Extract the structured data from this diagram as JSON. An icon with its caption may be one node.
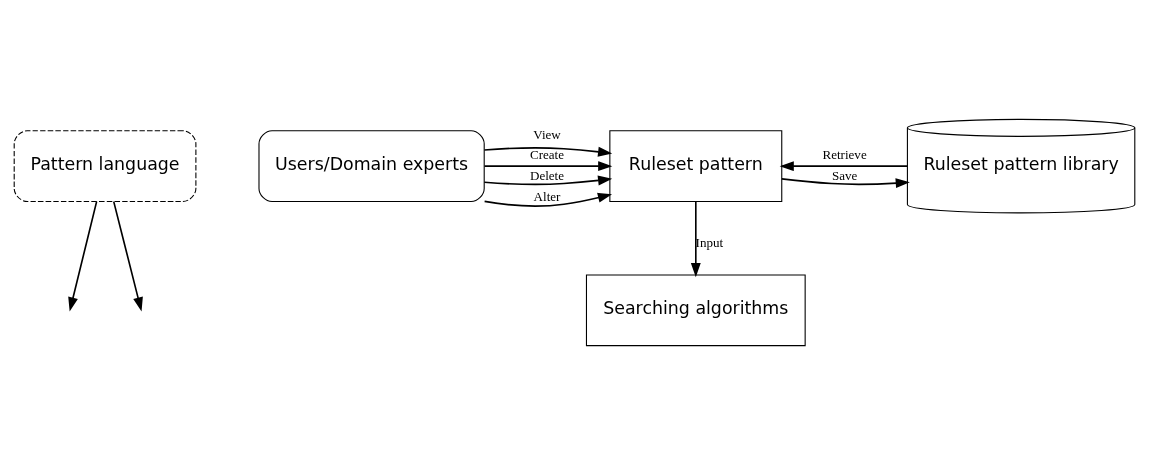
{
  "diagram": {
    "nodes": [
      {
        "text": [
          "Pattern language"
        ]
      },
      {
        "text": [
          "Users/Domain experts"
        ]
      },
      {
        "text": [
          "Ruleset pattern"
        ]
      },
      {
        "text": [
          "Ruleset pattern library"
        ]
      },
      {
        "text": [
          "Searching algorithms"
        ]
      }
    ],
    "edges": [
      {
        "from": 0,
        "to": null,
        "arrow": "to"
      },
      {
        "from": 0,
        "to": null,
        "arrow": "to"
      },
      {
        "from": 1,
        "to": 2,
        "arrow": "to",
        "label": "Create"
      },
      {
        "from": 1,
        "to": 2,
        "arrow": "to",
        "label": "Alter"
      },
      {
        "from": 1,
        "to": 2,
        "arrow": "to",
        "label": "Delete"
      },
      {
        "from": 1,
        "to": 2,
        "arrow": "to",
        "label": "View"
      },
      {
        "from": 2,
        "to": 3,
        "arrow": "to",
        "label": "Save"
      },
      {
        "from": 3,
        "to": 2,
        "arrow": "to",
        "label": "Retrieve"
      },
      {
        "from": 2,
        "to": 4,
        "arrow": "to",
        "label": "Input"
      }
    ]
  }
}
